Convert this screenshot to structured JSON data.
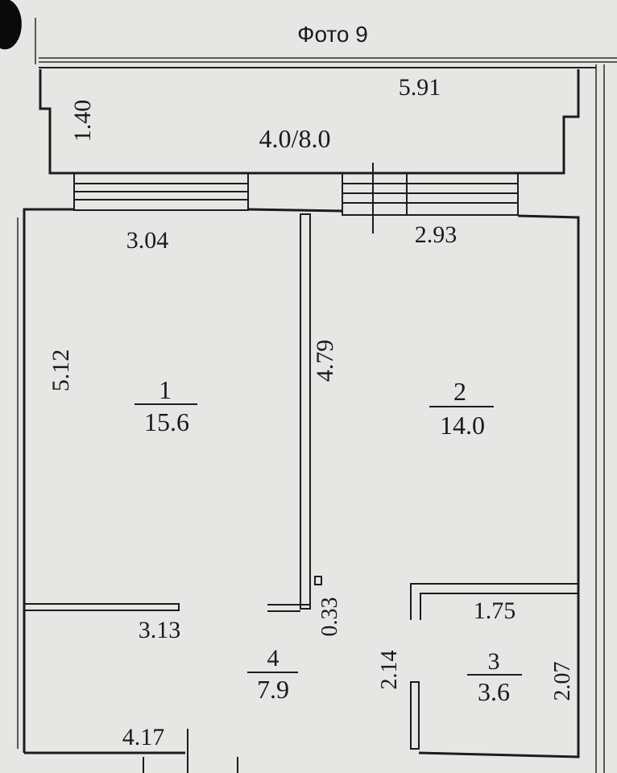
{
  "header": {
    "title": "Фото 9"
  },
  "colors": {
    "background": "#e6e6e4",
    "lines": "#1c1c1c"
  },
  "balcony": {
    "width_label": "5.91",
    "depth_label": "1.40",
    "area_label": "4.0/8.0"
  },
  "rooms": {
    "room1": {
      "number": "1",
      "area": "15.6",
      "width_label": "3.04",
      "length_label": "5.12"
    },
    "room2": {
      "number": "2",
      "area": "14.0",
      "width_label": "2.93",
      "length_label": "4.79"
    },
    "room3": {
      "number": "3",
      "area": "3.6",
      "width_label": "1.75",
      "length_label": "2.07"
    },
    "room4": {
      "number": "4",
      "area": "7.9",
      "width_label": "3.13",
      "bottom_label": "4.17"
    }
  },
  "dimensions": {
    "partition_gap": "0.33",
    "bathroom_side": "2.14"
  }
}
